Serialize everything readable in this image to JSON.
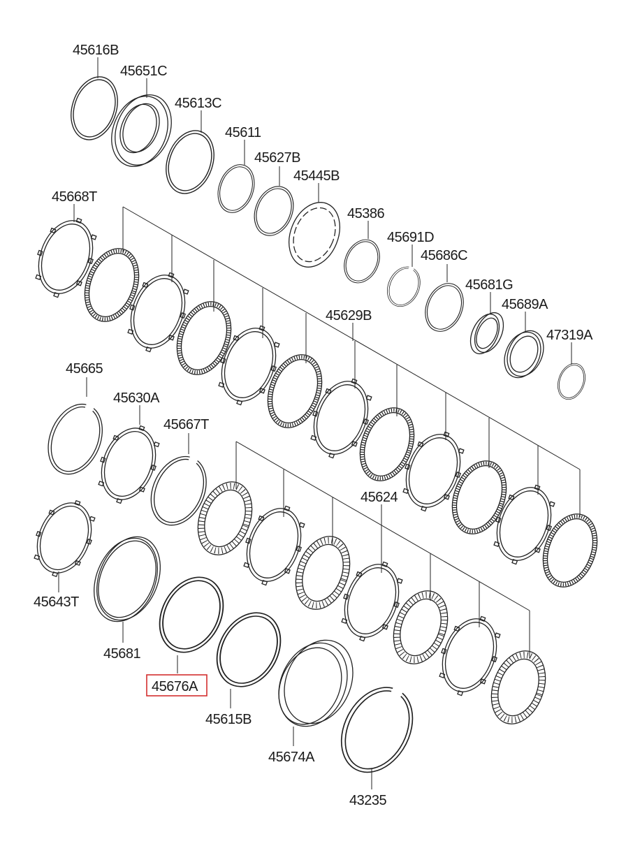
{
  "diagram": {
    "highlighted_part": "45676A",
    "highlight_color": "#d32f2f",
    "parts": [
      {
        "id": "p45616B",
        "label": "45616B"
      },
      {
        "id": "p45651C",
        "label": "45651C"
      },
      {
        "id": "p45613C",
        "label": "45613C"
      },
      {
        "id": "p45611",
        "label": "45611"
      },
      {
        "id": "p45627B",
        "label": "45627B"
      },
      {
        "id": "p45445B",
        "label": "45445B"
      },
      {
        "id": "p45668T",
        "label": "45668T"
      },
      {
        "id": "p45386",
        "label": "45386"
      },
      {
        "id": "p45691D",
        "label": "45691D"
      },
      {
        "id": "p45686C",
        "label": "45686C"
      },
      {
        "id": "p45681G",
        "label": "45681G"
      },
      {
        "id": "p45689A",
        "label": "45689A"
      },
      {
        "id": "p47319A",
        "label": "47319A"
      },
      {
        "id": "p45629B",
        "label": "45629B"
      },
      {
        "id": "p45665",
        "label": "45665"
      },
      {
        "id": "p45630A",
        "label": "45630A"
      },
      {
        "id": "p45667T",
        "label": "45667T"
      },
      {
        "id": "p45624",
        "label": "45624"
      },
      {
        "id": "p45643T",
        "label": "45643T"
      },
      {
        "id": "p45681",
        "label": "45681"
      },
      {
        "id": "p45676A",
        "label": "45676A"
      },
      {
        "id": "p45615B",
        "label": "45615B"
      },
      {
        "id": "p45674A",
        "label": "45674A"
      },
      {
        "id": "p43235",
        "label": "43235"
      }
    ]
  }
}
